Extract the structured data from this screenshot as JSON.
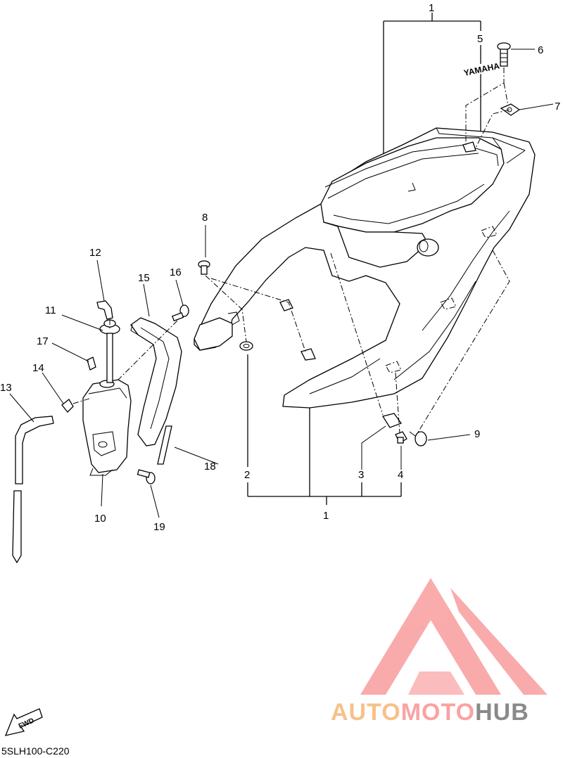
{
  "callouts": {
    "c1_top": "1",
    "c1_bottom": "1",
    "c2": "2",
    "c3": "3",
    "c4": "4",
    "c5": "5",
    "c6": "6",
    "c7": "7",
    "c8": "8",
    "c9": "9",
    "c10": "10",
    "c11": "11",
    "c12": "12",
    "c13": "13",
    "c14": "14",
    "c15": "15",
    "c16": "16",
    "c17": "17",
    "c18": "18",
    "c19": "19"
  },
  "emblem_text": "YAMAHA",
  "fwd_label": "FWD",
  "diagram_code": "5SLH100-C220",
  "watermark": {
    "part1": "AUTO",
    "part2": "MOTO",
    "part3": "HUB",
    "colors": {
      "auto": "#f7c08a",
      "moto": "#f9a3a3",
      "hub": "#8a8a8a",
      "logo": "#f9a3a3"
    }
  }
}
